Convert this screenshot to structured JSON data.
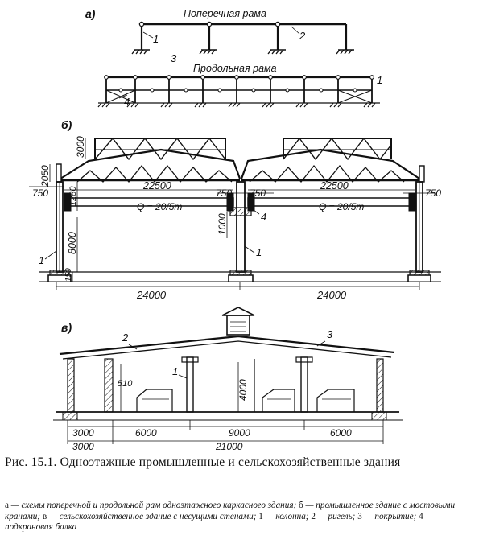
{
  "panel_a": {
    "label": "а)",
    "transverse_frame_title": "Поперечная рама",
    "longitudinal_frame_title": "Продольная рама",
    "markers": [
      "1",
      "2",
      "3",
      "4",
      "1"
    ]
  },
  "panel_b": {
    "label": "б)",
    "dims": {
      "truss_height": "3000",
      "eave_height": "2050",
      "crane_offset_left": "750",
      "crane_offset_mid_left": "750",
      "crane_offset_mid_right": "750",
      "crane_offset_right": "750",
      "crane_span_left": "22500",
      "crane_span_right": "22500",
      "crane_capacity_left": "Q = 20/5т",
      "crane_capacity_right": "Q = 20/5т",
      "crane_beam_height": "1280",
      "column_top_height": "1000",
      "column_height": "8000",
      "base_height": "150",
      "span_left": "24000",
      "span_right": "24000"
    },
    "markers": [
      "1",
      "1",
      "4"
    ]
  },
  "panel_c": {
    "label": "в)",
    "dims": {
      "wall_height": "510",
      "inner_height": "4000",
      "seg_1": "3000",
      "seg_2": "6000",
      "seg_3": "9000",
      "seg_4": "6000",
      "overall_left": "3000",
      "overall_total": "21000"
    },
    "markers": [
      "2",
      "3",
      "1"
    ]
  },
  "caption": {
    "title": "Рис. 15.1. Одноэтажные промышленные и сельскохозяйственные здания",
    "legend": [
      {
        "key": "а",
        "text": " — схемы поперечной и продольной рам одноэтажного каркасного здания; "
      },
      {
        "key": "б",
        "text": " — промышленное здание с мостовыми кранами; "
      },
      {
        "key": "в",
        "text": " — сельскохозяйственное здание с несущими стенами; "
      },
      {
        "key": "1",
        "text": " — колонна; "
      },
      {
        "key": "2",
        "text": " — ригель; "
      },
      {
        "key": "3",
        "text": " — покрытие; "
      },
      {
        "key": "4",
        "text": " — подкрановая балка"
      }
    ]
  }
}
